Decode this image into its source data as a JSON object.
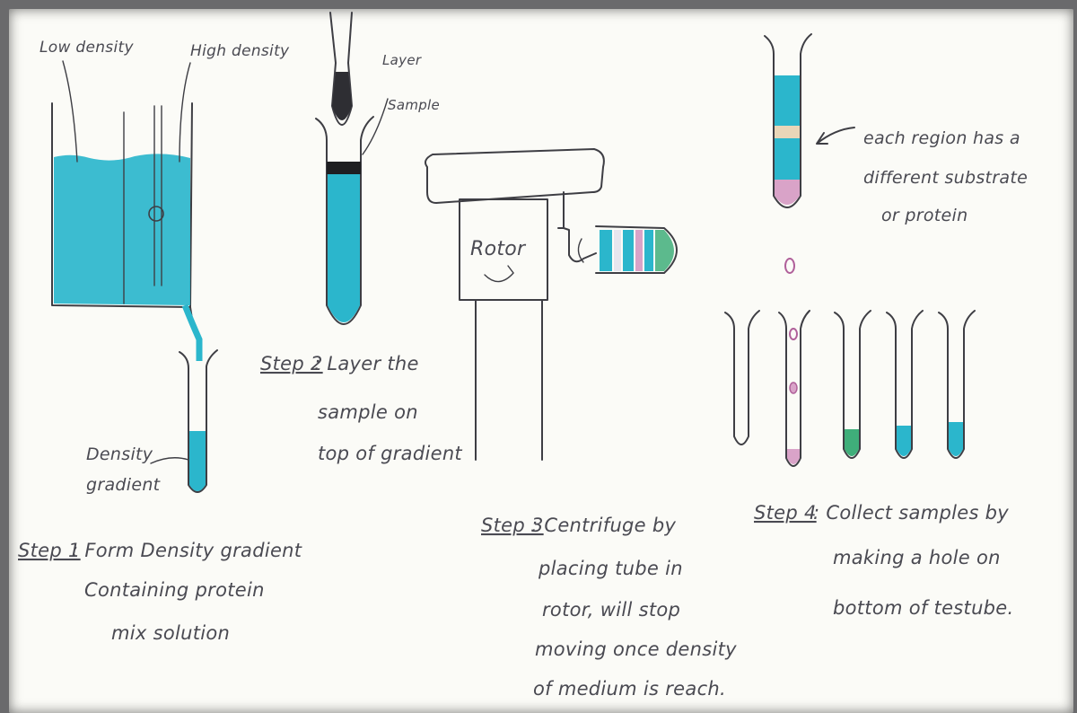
{
  "colors": {
    "liquid": "#2bb6cc",
    "liquid_dark": "#1f9bb3",
    "ink": "#3e3e44",
    "pink": "#d9a3c8",
    "green": "#3fae7a",
    "beige": "#e9d6b8"
  },
  "step1": {
    "label_low": "Low density",
    "label_high": "High density",
    "label_gradient_1": "Density",
    "label_gradient_2": "gradient",
    "step": "Step 1",
    "line1": ": Form Density gradient",
    "line2": "Containing protein",
    "line3": "mix solution"
  },
  "step2": {
    "label_1": "Layer",
    "label_2": "Sample",
    "step": "Step 2",
    "line1": ": Layer the",
    "line2": "sample on",
    "line3": "top of gradient"
  },
  "step3": {
    "rotor": "Rotor",
    "step": "Step 3",
    "line1": ": Centrifuge by",
    "line2": "placing tube in",
    "line3": "rotor, will stop",
    "line4": "moving once density",
    "line5": "of medium is reach."
  },
  "step4": {
    "note_1": "each region has a",
    "note_2": "different substrate",
    "note_3": "or protein",
    "step": "Step 4",
    "line1": ": Collect samples by",
    "line2": "making a hole on",
    "line3": "bottom of testube."
  }
}
